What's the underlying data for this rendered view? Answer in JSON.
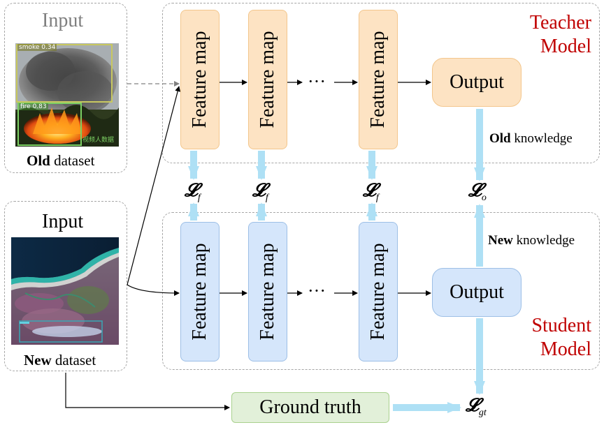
{
  "old_input": {
    "title": "Input",
    "caption_bold": "Old",
    "caption_rest": " dataset",
    "detections": [
      {
        "label": "smoke 0.34",
        "color": "#c8c860"
      },
      {
        "label": "fire 0.83",
        "color": "#7ccf63"
      }
    ],
    "watermark": "视频人数据"
  },
  "new_input": {
    "title": "Input",
    "caption_bold": "New",
    "caption_rest": " dataset"
  },
  "teacher": {
    "title_line1": "Teacher",
    "title_line2": "Model",
    "feature_maps": [
      "Feature map",
      "Feature map",
      "Feature map"
    ],
    "ellipsis": "···",
    "output": "Output"
  },
  "student": {
    "title_line1": "Student",
    "title_line2": "Model",
    "feature_maps": [
      "Feature map",
      "Feature map",
      "Feature map"
    ],
    "ellipsis": "···",
    "output": "Output"
  },
  "losses": {
    "feature": {
      "symbol": "𝓛",
      "sub": "f"
    },
    "output": {
      "symbol": "𝓛",
      "sub": "o"
    },
    "gt": {
      "symbol": "𝓛",
      "sub": "gt"
    }
  },
  "knowledge": {
    "old_bold": "Old",
    "old_rest": " knowledge",
    "new_bold": "New",
    "new_rest": " knowledge"
  },
  "ground_truth": "Ground truth",
  "colors": {
    "teacher_fill": "#fde3c3",
    "student_fill": "#d5e6fb",
    "gt_fill": "#e2f0d9",
    "arrow_light_blue": "#aee0f5",
    "model_title": "#c00000"
  }
}
